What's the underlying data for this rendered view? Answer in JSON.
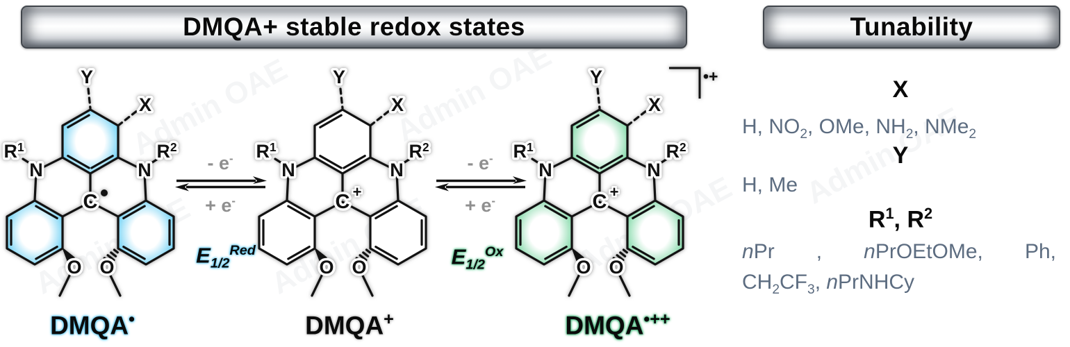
{
  "banners": {
    "main_title": [
      [
        "n",
        "DMQA"
      ],
      [
        "sup",
        "+"
      ],
      [
        "n",
        " stable redox states"
      ]
    ],
    "right_title": "Tunability"
  },
  "watermark": "Admin OAE",
  "molecule_labels": {
    "y": "Y",
    "x": "X",
    "n": "N",
    "c": "C",
    "o": "O",
    "plus": "+",
    "r1": [
      [
        "n",
        "R"
      ],
      [
        "sup",
        "1"
      ]
    ],
    "r2": [
      [
        "n",
        "R"
      ],
      [
        "sup",
        "2"
      ]
    ]
  },
  "structures": [
    {
      "name": [
        [
          "n",
          "DMQA"
        ],
        [
          "sup",
          "•"
        ]
      ],
      "center": "radical",
      "ring_color": "#4cc5f1",
      "glow": "#5fc9f2"
    },
    {
      "name": [
        [
          "n",
          "DMQA"
        ],
        [
          "sup",
          "+"
        ]
      ],
      "center": "cation",
      "ring_color": "#ffffff",
      "glow": "#c9c9c9"
    },
    {
      "name": [
        [
          "n",
          "DMQA"
        ],
        [
          "sup",
          "•++"
        ]
      ],
      "center": "cation",
      "ring_color": "#63cf92",
      "glow": "#46b87c",
      "bracket_charge": "•+"
    }
  ],
  "equilibria": [
    {
      "top": [
        [
          "n",
          "- e"
        ],
        [
          "sup",
          "-"
        ]
      ],
      "bottom": [
        [
          "n",
          "+ e"
        ],
        [
          "sup",
          "-"
        ]
      ],
      "e_label": [
        [
          "n",
          "E"
        ],
        [
          "sub",
          "1/2"
        ],
        [
          "sup",
          "Red"
        ]
      ],
      "glow": "#63cbf2"
    },
    {
      "top": [
        [
          "n",
          "- e"
        ],
        [
          "sup",
          "-"
        ]
      ],
      "bottom": [
        [
          "n",
          "+ e"
        ],
        [
          "sup",
          "-"
        ]
      ],
      "e_label": [
        [
          "n",
          "E"
        ],
        [
          "sub",
          "1/2"
        ],
        [
          "sup",
          "Ox"
        ]
      ],
      "glow": "#52c089"
    }
  ],
  "tunability": {
    "text_color": "#5c6c80",
    "x_title": "X",
    "x_values": [
      [
        "n",
        "H, NO"
      ],
      [
        "sub",
        "2"
      ],
      [
        "n",
        ", OMe, NH"
      ],
      [
        "sub",
        "2"
      ],
      [
        "n",
        ", NMe"
      ],
      [
        "sub",
        "2"
      ]
    ],
    "y_title": "Y",
    "y_values": [
      [
        "n",
        "H, Me"
      ]
    ],
    "r_title": [
      [
        "n",
        "R"
      ],
      [
        "sup",
        "1"
      ],
      [
        "n",
        ", R"
      ],
      [
        "sup",
        "2"
      ]
    ],
    "r_line1_tokens": [
      [
        [
          "i",
          "n"
        ],
        [
          "n",
          "Pr"
        ]
      ],
      [
        [
          "n",
          ","
        ]
      ],
      [
        [
          "i",
          "n"
        ],
        [
          "n",
          "PrOEtOMe,"
        ]
      ],
      [
        [
          "n",
          "Ph,"
        ]
      ]
    ],
    "r_line2": [
      [
        "n",
        "CH"
      ],
      [
        "sub",
        "2"
      ],
      [
        "n",
        "CF"
      ],
      [
        "sub",
        "3"
      ],
      [
        "n",
        ", "
      ],
      [
        "i",
        "n"
      ],
      [
        "n",
        "PrNHCy"
      ]
    ]
  }
}
